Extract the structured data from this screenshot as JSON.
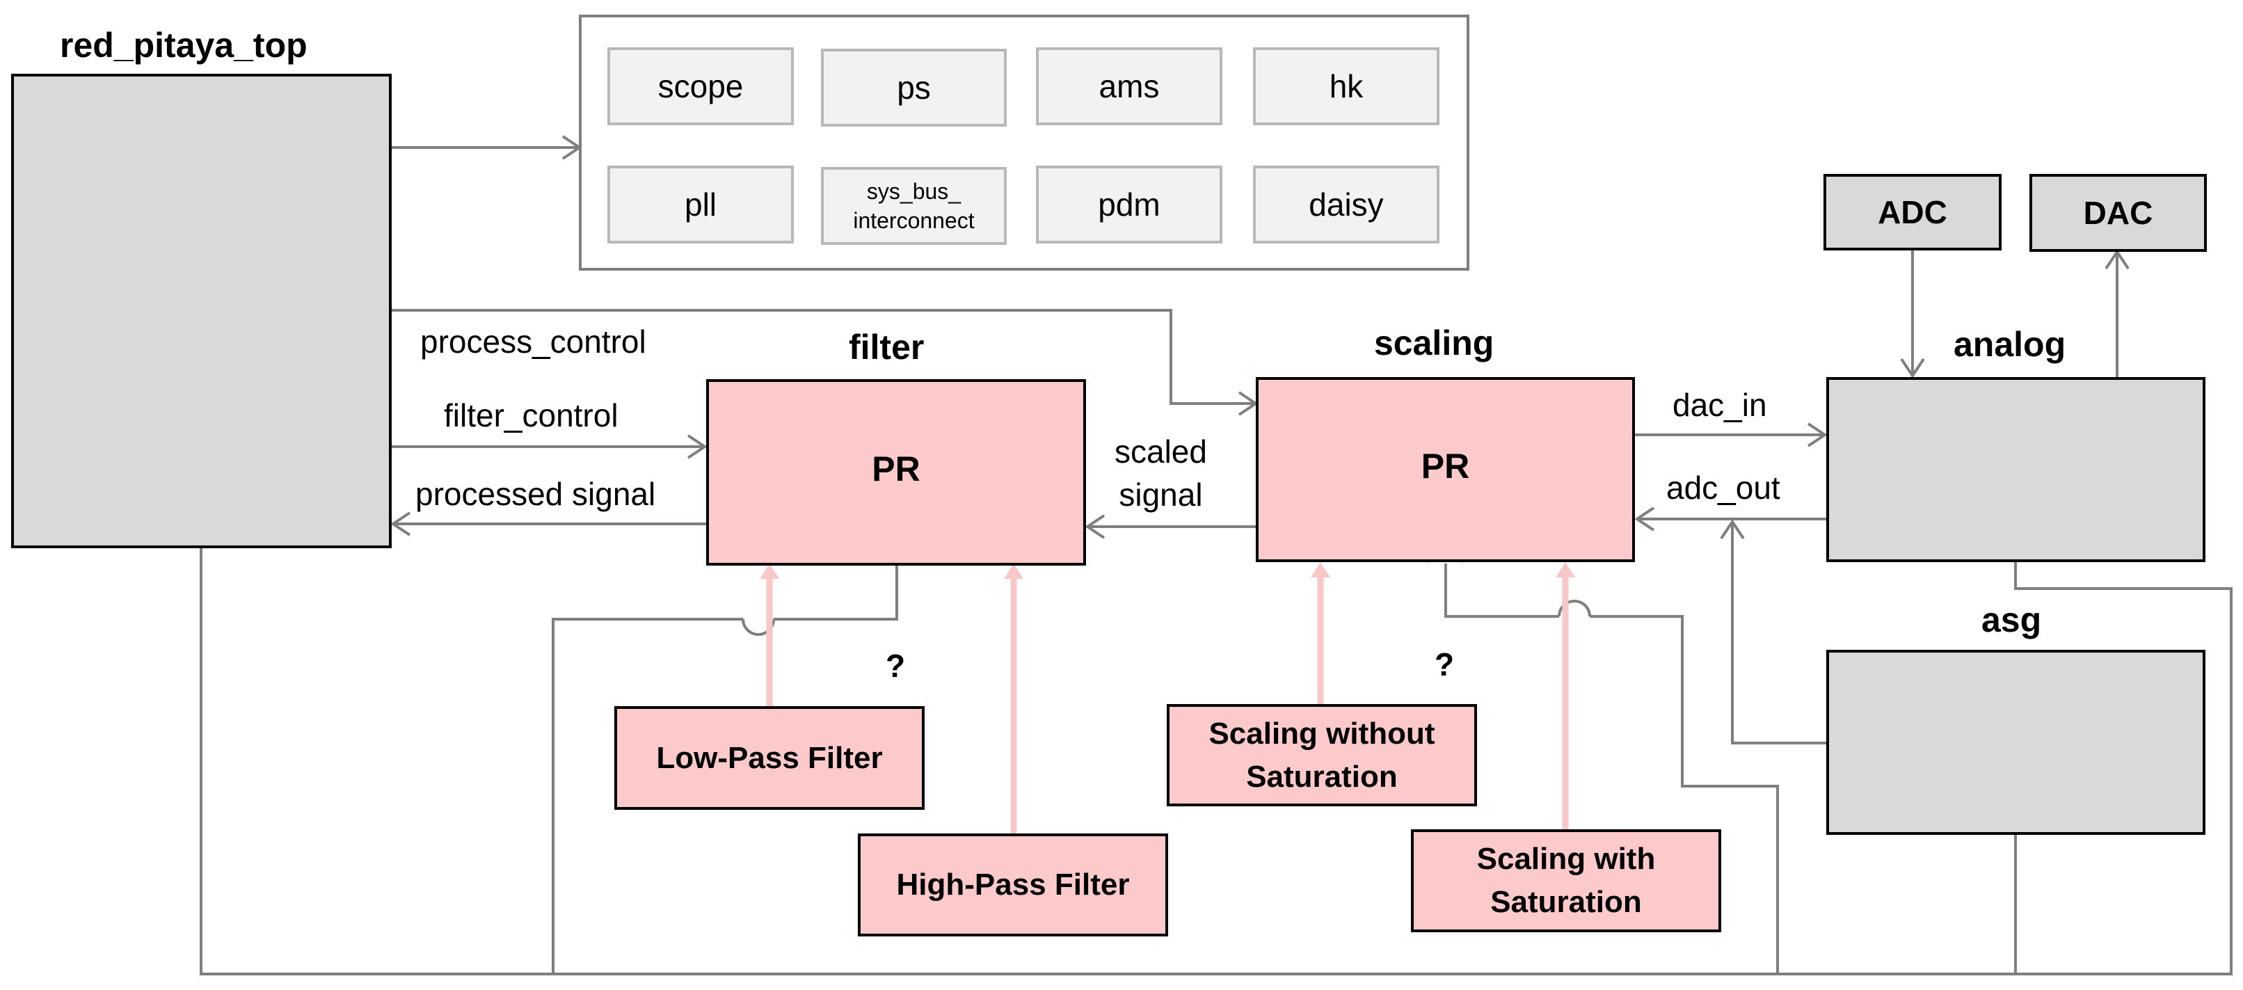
{
  "modules": {
    "top": {
      "title": "red_pitaya_top"
    },
    "filter": {
      "title": "filter",
      "pr": "PR"
    },
    "scaling": {
      "title": "scaling",
      "pr": "PR"
    },
    "analog": {
      "title": "analog"
    },
    "asg": {
      "title": "asg"
    }
  },
  "io": {
    "adc": "ADC",
    "dac": "DAC"
  },
  "submodules": [
    "scope",
    "ps",
    "ams",
    "hk",
    "pll",
    "sys_bus_\ninterconnect",
    "pdm",
    "daisy"
  ],
  "signals": {
    "process_control": "process_control",
    "filter_control": "filter_control",
    "processed_signal": "processed signal",
    "scaled_signal": "scaled\nsignal",
    "dac_in": "dac_in",
    "adc_out": "adc_out"
  },
  "variants": {
    "low_pass": "Low-Pass Filter",
    "high_pass": "High-Pass Filter",
    "scaling_without": "Scaling without\nSaturation",
    "scaling_with": "Scaling with\nSaturation"
  },
  "question_mark": "?",
  "colors": {
    "module_gray": "#d9d9d9",
    "pr_pink": "#fccaca",
    "wire": "#7f7f7f",
    "pink_arrow": "#f8c8c8"
  }
}
